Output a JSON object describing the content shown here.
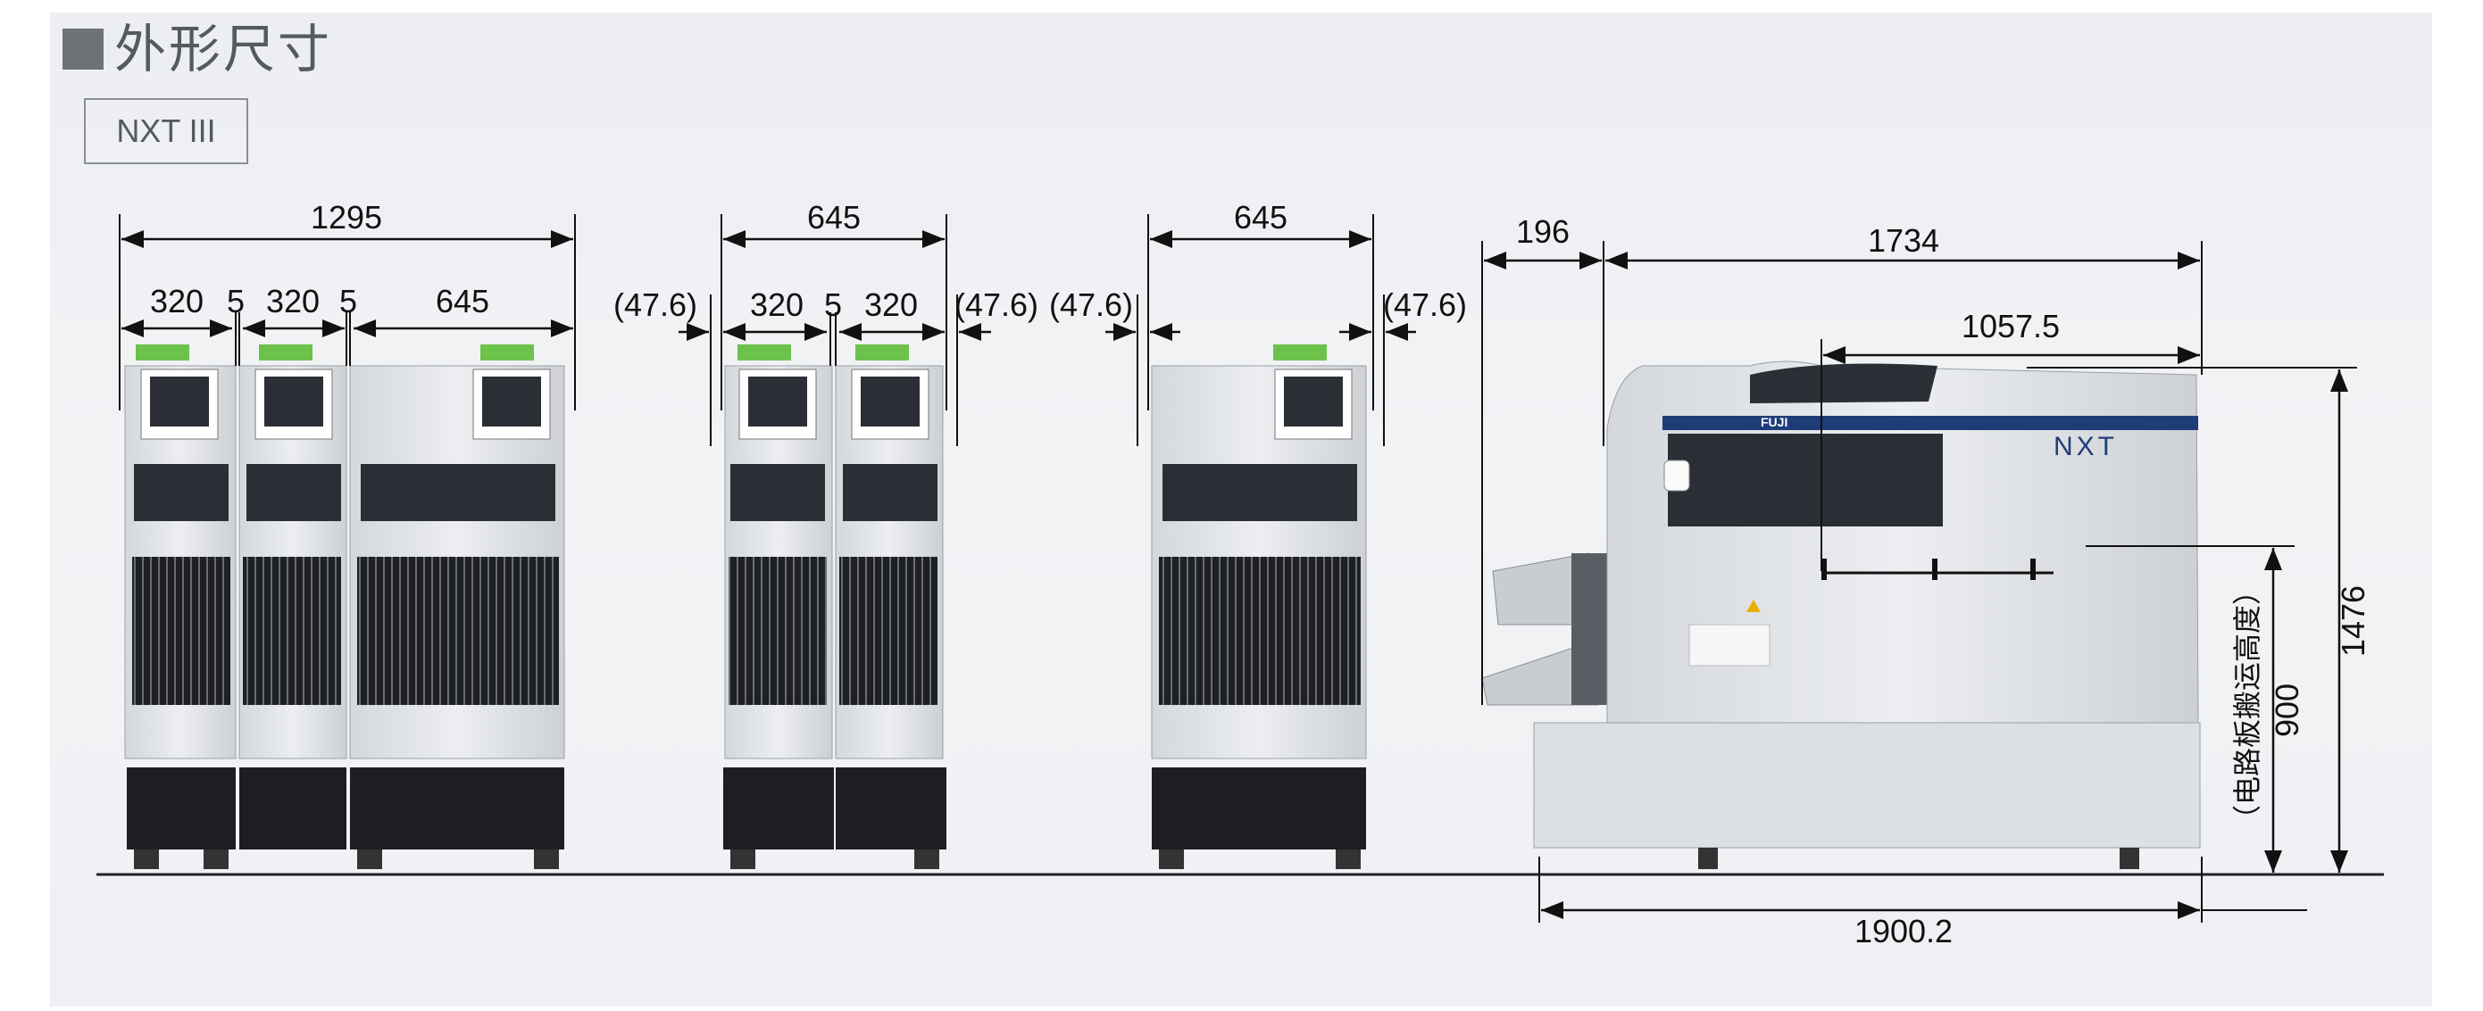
{
  "title": "外形尺寸",
  "model": "NXT III",
  "dimensions": {
    "left_total": "1295",
    "left_m1": "320",
    "left_gap1": "5",
    "left_m2": "320",
    "left_gap2": "5",
    "left_m3": "645",
    "mid_total": "645",
    "mid_m1": "320",
    "mid_gap": "5",
    "mid_m2": "320",
    "mid_side_left": "(47.6)",
    "mid_side_right": "(47.6)",
    "right_total": "645",
    "right_side_left": "(47.6)",
    "right_side_right": "(47.6)",
    "side_feeder": "196",
    "side_depth": "1734",
    "side_inner": "1057.5",
    "side_height": "1476",
    "side_board_height": "900",
    "side_board_label": "（电路板搬运高度）",
    "side_base": "1900.2"
  },
  "machine_label": "FUJI",
  "machine_logo": "NXT",
  "colors": {
    "machine_body": "#e9ebee",
    "machine_dark": "#2b2f35",
    "base_black": "#1c1e22",
    "accent_blue": "#1e3c78",
    "tag_green": "#6cc24a"
  }
}
